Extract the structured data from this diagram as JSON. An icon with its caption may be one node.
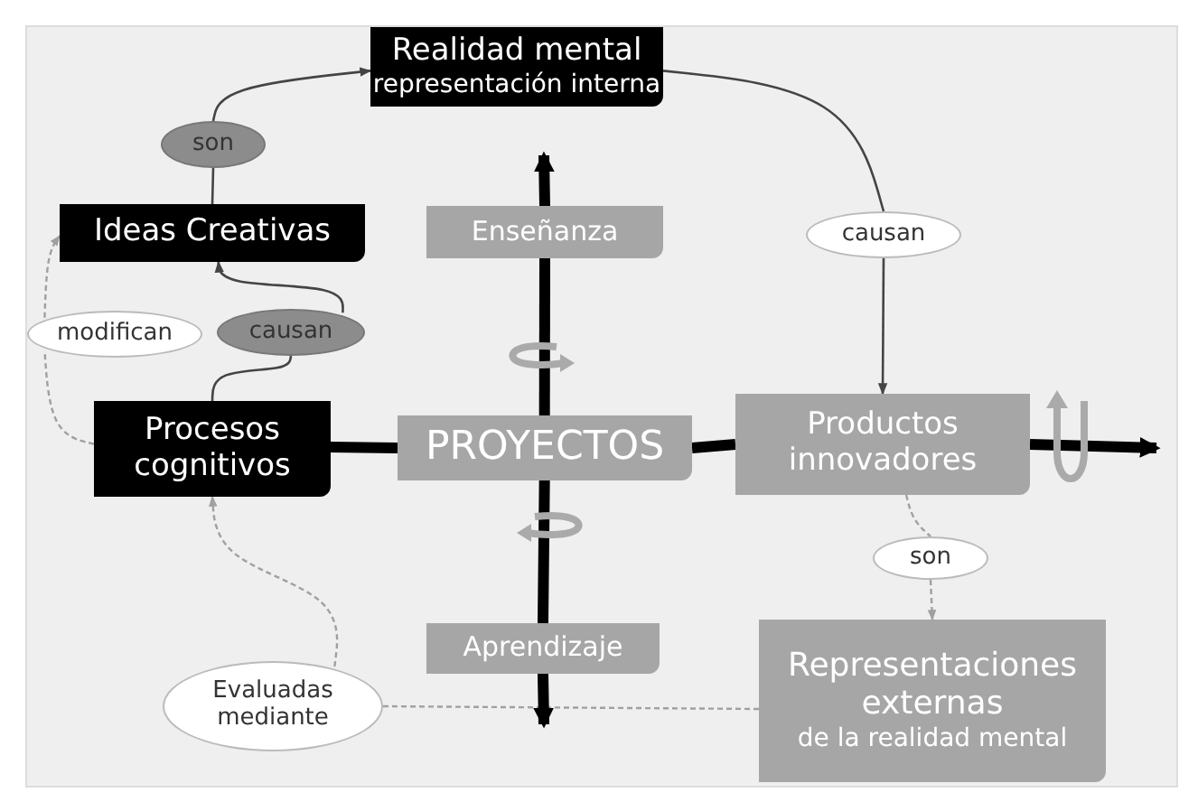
{
  "diagram": {
    "nodes": [
      {
        "text": [
          "Realidad mental",
          "representación interna"
        ]
      },
      {
        "text": [
          "son"
        ]
      },
      {
        "text": [
          "Ideas Creativas"
        ]
      },
      {
        "text": [
          "modifican"
        ]
      },
      {
        "text": [
          "causan"
        ]
      },
      {
        "text": [
          "Procesos cognitivos"
        ]
      },
      {
        "text": [
          "PROYECTOS"
        ]
      },
      {
        "text": [
          "Enseñanza"
        ]
      },
      {
        "text": [
          "Aprendizaje"
        ]
      },
      {
        "text": [
          "causan"
        ]
      },
      {
        "text": [
          "Productos innovadores"
        ]
      },
      {
        "text": [
          "son"
        ]
      },
      {
        "text": [
          "Representaciones externas",
          "de la realidad mental"
        ]
      },
      {
        "text": [
          "Evaluadas mediante"
        ]
      }
    ],
    "edges": [
      {
        "from": 2,
        "to": 1,
        "arrow": "none"
      },
      {
        "from": 1,
        "to": 0,
        "arrow": "to"
      },
      {
        "from": 0,
        "to": 9,
        "arrow": "none"
      },
      {
        "from": 9,
        "to": 10,
        "arrow": "to"
      },
      {
        "from": 5,
        "to": 4,
        "arrow": "none"
      },
      {
        "from": 4,
        "to": 2,
        "arrow": "to"
      },
      {
        "from": 5,
        "to": 3,
        "arrow": "none",
        "style": "dashed",
        "color": "#a0a0a0"
      },
      {
        "from": 3,
        "to": 2,
        "arrow": "to",
        "style": "dashed",
        "color": "#a0a0a0"
      },
      {
        "from": 10,
        "to": 11,
        "arrow": "none",
        "style": "dashed",
        "color": "#a0a0a0"
      },
      {
        "from": 11,
        "to": 12,
        "arrow": "to",
        "style": "dashed",
        "color": "#a0a0a0"
      },
      {
        "from": 12,
        "to": 13,
        "arrow": "none",
        "style": "dashed",
        "color": "#a0a0a0"
      },
      {
        "from": 13,
        "to": 5,
        "arrow": "to",
        "style": "dashed",
        "color": "#a0a0a0"
      },
      {
        "from": 5,
        "to": 6,
        "arrow": "none",
        "style": "thick"
      },
      {
        "from": 6,
        "to": 10,
        "arrow": "none",
        "style": "thick"
      },
      {
        "from": 10,
        "to": null,
        "arrow": "to",
        "style": "thick"
      },
      {
        "from": 6,
        "to": 7,
        "arrow": "none",
        "style": "thick"
      },
      {
        "from": 7,
        "to": null,
        "arrow": "to",
        "style": "thick"
      },
      {
        "from": 6,
        "to": 8,
        "arrow": "none",
        "style": "thick"
      },
      {
        "from": 8,
        "to": null,
        "arrow": "to",
        "style": "thick"
      }
    ]
  }
}
